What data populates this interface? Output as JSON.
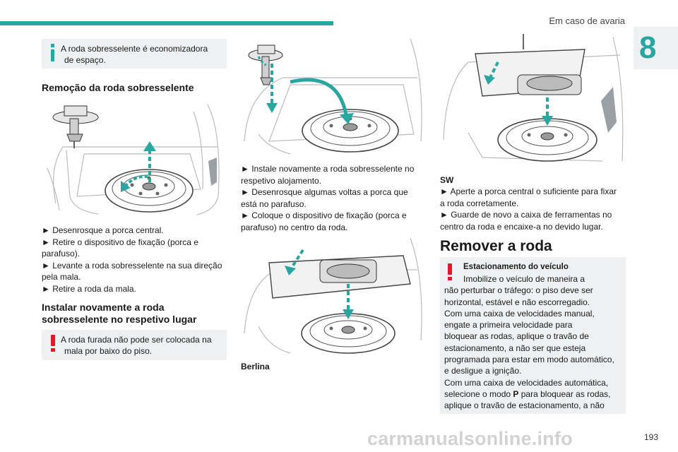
{
  "header": {
    "section_title": "Em caso de avaria",
    "chapter_number": "8",
    "accent_color": "#2aa6a1"
  },
  "col1": {
    "info_note": [
      "A roda sobresselente é economizadora",
      "de espaço."
    ],
    "heading_removal": "Remoção da roda sobresselente",
    "steps_removal": [
      "► Desenrosque a porca central.",
      "► Retire o dispositivo de fixação (porca e",
      "parafuso).",
      "► Levante a roda sobresselente na sua direção",
      "pela mala.",
      "► Retire a roda da mala."
    ],
    "heading_install": [
      "Instalar novamente a roda",
      "sobresselente no respetivo lugar"
    ],
    "warn_note": [
      "A roda furada não pode ser colocada na",
      "mala por baixo do piso."
    ]
  },
  "col2": {
    "steps_install": [
      "► Instale novamente a roda sobresselente no",
      "respetivo alojamento.",
      "► Desenrosque algumas voltas a porca que",
      "está no parafuso.",
      "► Coloque o dispositivo de fixação (porca e",
      "parafuso) no centro da roda."
    ],
    "caption_berlina": "Berlina"
  },
  "col3": {
    "caption_sw": "SW",
    "steps_sw": [
      "► Aperte a porca central o suficiente para fixar",
      "a roda corretamente.",
      "► Guarde de novo a caixa de ferramentas no",
      "centro da roda e encaixe-a no devido lugar."
    ],
    "heading_remove_wheel": "Remover a roda",
    "warning": {
      "title": "Estacionamento do veículo",
      "lines": [
        "Imobilize o veículo de maneira a",
        "não perturbar o tráfego: o piso deve ser",
        "horizontal, estável e não escorregadio.",
        "Com uma caixa de velocidades manual,",
        "engate a primeira velocidade para",
        "bloquear as rodas, aplique o travão de",
        "estacionamento, a não ser que esteja",
        "programada para estar em modo automático,",
        "e desligue a ignição.",
        "Com uma caixa de velocidades automática,",
        "selecione o modo P para bloquear as rodas,",
        "aplique o travão de estacionamento, a não"
      ]
    }
  },
  "footer": {
    "page_number": "193",
    "watermark": "carmanualsonline.info"
  }
}
